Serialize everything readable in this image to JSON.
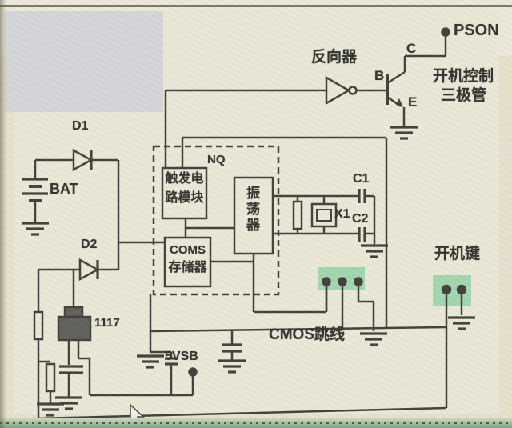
{
  "labels": {
    "pson": "PSON",
    "inverter": "反向器",
    "ctl1": "开机控制",
    "ctl2": "三极管",
    "b": "B",
    "c": "C",
    "e": "E",
    "d1": "D1",
    "bat": "BAT",
    "d2": "D2",
    "nq": "NQ",
    "trigger1": "触发电",
    "trigger2": "路模块",
    "coms1": "COMS",
    "coms2": "存储器",
    "osc": "振荡器",
    "c1": "C1",
    "x1": "X1",
    "c2": "C2",
    "reg": "1117",
    "vsb": "5VSB",
    "jumper": "CMOS跳线",
    "powerkey": "开机键"
  },
  "colors": {
    "wire": "#3a3a33",
    "highlight_green": "#98d6a8",
    "regulator_fill": "#5b5b55",
    "bottom_strip_green": "#7fa381",
    "dotted_teal": "#1e6b60",
    "paper": "#ecead9"
  }
}
